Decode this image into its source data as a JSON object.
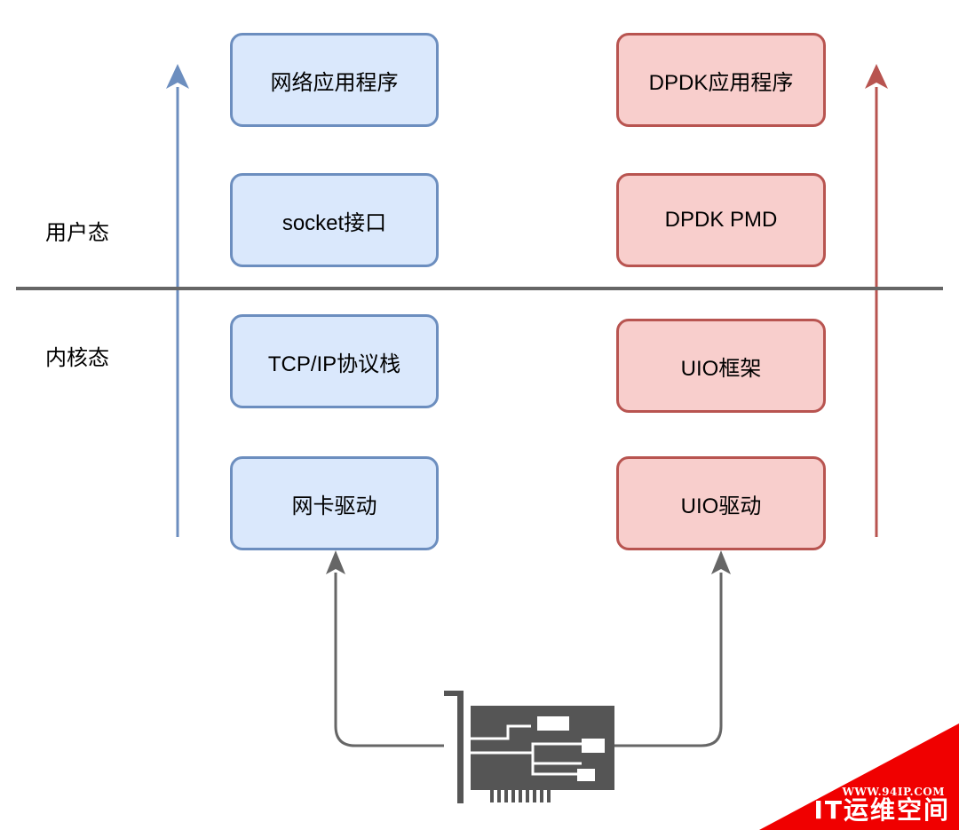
{
  "labels": {
    "user_space": "用户态",
    "kernel_space": "内核态"
  },
  "left_stack": {
    "app": "网络应用程序",
    "socket": "socket接口",
    "tcpip": "TCP/IP协议栈",
    "nic_driver": "网卡驱动"
  },
  "right_stack": {
    "app": "DPDK应用程序",
    "pmd": "DPDK PMD",
    "uio_framework": "UIO框架",
    "uio_driver": "UIO驱动"
  },
  "watermark": {
    "url": "WWW.94IP.COM",
    "name": "IT运维空间"
  },
  "colors": {
    "blue_fill": "#dae8fc",
    "blue_stroke": "#6c8ebf",
    "red_fill": "#f8cecc",
    "red_stroke": "#b85450",
    "divider": "#666666",
    "nic": "#555555",
    "watermark_bg": "#f00000"
  }
}
